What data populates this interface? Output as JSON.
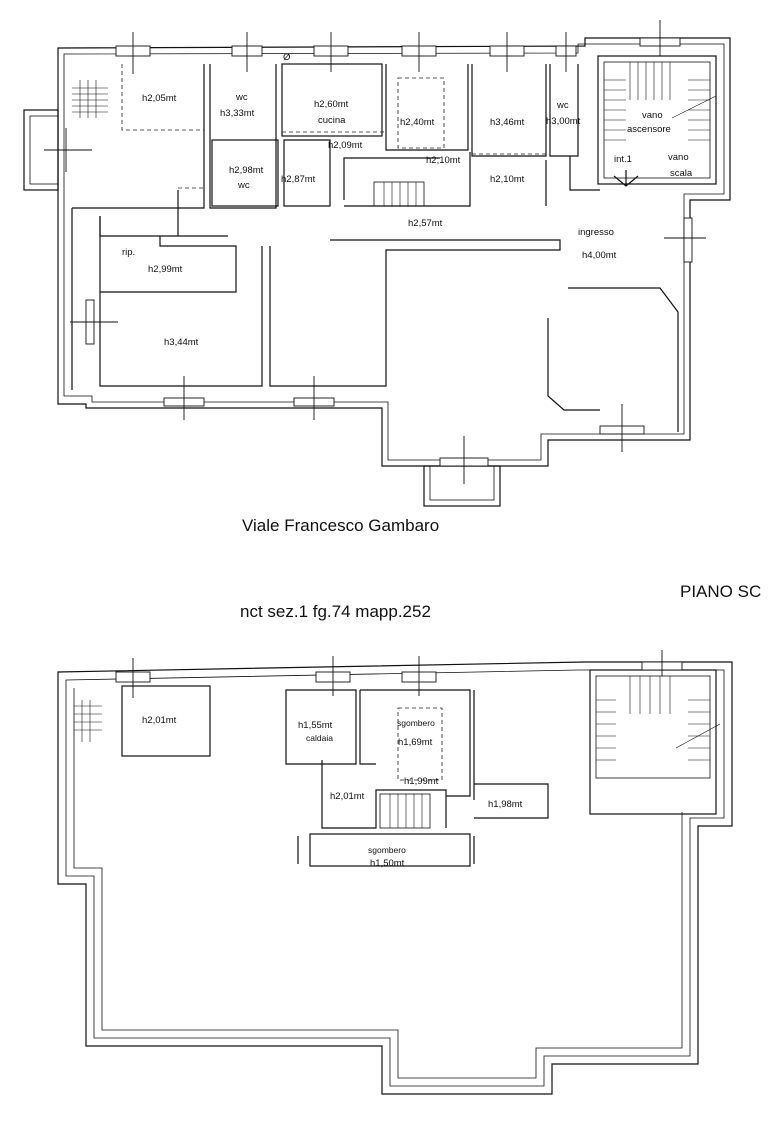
{
  "plan_upper": {
    "rooms": [
      {
        "id": "r1",
        "label": "",
        "height": "h2,05mt"
      },
      {
        "id": "r2",
        "label": "wc",
        "height": "h3,33mt"
      },
      {
        "id": "r3",
        "label": "cucina",
        "height": "h2,60mt"
      },
      {
        "id": "r4",
        "label": "",
        "height": "h2,40mt"
      },
      {
        "id": "r5",
        "label": "",
        "height": "h3,46mt"
      },
      {
        "id": "r6",
        "label": "wc",
        "height": "h3,00mt"
      },
      {
        "id": "r7",
        "label": "wc",
        "height": "h2,98mt"
      },
      {
        "id": "r8",
        "label": "",
        "height": "h2,87mt"
      },
      {
        "id": "r9",
        "label": "",
        "height": "h2,09mt"
      },
      {
        "id": "r10",
        "label": "",
        "height": "h2,10mt"
      },
      {
        "id": "r11",
        "label": "",
        "height": "h2,10mt"
      },
      {
        "id": "r12",
        "label": "",
        "height": "h2,57mt"
      },
      {
        "id": "r13",
        "label": "rip.",
        "height": "h2,99mt"
      },
      {
        "id": "r14",
        "label": "ingresso",
        "height": "h4,00mt"
      },
      {
        "id": "r15",
        "label": "",
        "height": "h3,44mt"
      }
    ],
    "lift_label_1": "vano",
    "lift_label_2": "ascensore",
    "stair_label_1": "vano",
    "stair_label_2": "scala",
    "unit_label": "int.1",
    "diameter_symbol": "Ø"
  },
  "captions": {
    "street": "Viale Francesco Gambaro",
    "cadastral": "nct sez.1 fg.74 mapp.252",
    "floor": "PIANO SC"
  },
  "plan_lower": {
    "rooms": [
      {
        "id": "b1",
        "label": "",
        "height": "h2,01mt"
      },
      {
        "id": "b2",
        "label": "caldaia",
        "height": "h1,55mt"
      },
      {
        "id": "b3",
        "label": "sgombero",
        "height": "h1,69mt"
      },
      {
        "id": "b4",
        "label": "",
        "height": "h1,99mt"
      },
      {
        "id": "b5",
        "label": "",
        "height": "h2,01mt"
      },
      {
        "id": "b6",
        "label": "",
        "height": "h1,98mt"
      },
      {
        "id": "b7",
        "label": "sgombero",
        "height": "h1,50mt"
      }
    ]
  }
}
